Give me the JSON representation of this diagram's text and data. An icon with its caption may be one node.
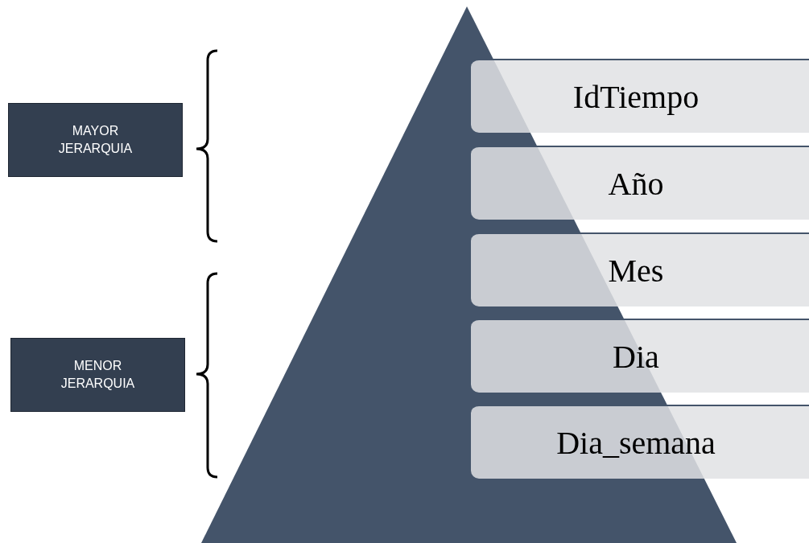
{
  "diagram": {
    "nodes": [
      {
        "text": [
          "MAYOR JERARQUIA"
        ]
      },
      {
        "text": [
          "MENOR JERARQUIA"
        ]
      },
      {
        "text": [
          "IdTiempo"
        ]
      },
      {
        "text": [
          "Año"
        ]
      },
      {
        "text": [
          "Mes"
        ]
      },
      {
        "text": [
          "Dia"
        ]
      },
      {
        "text": [
          "Dia_semana"
        ]
      }
    ]
  }
}
